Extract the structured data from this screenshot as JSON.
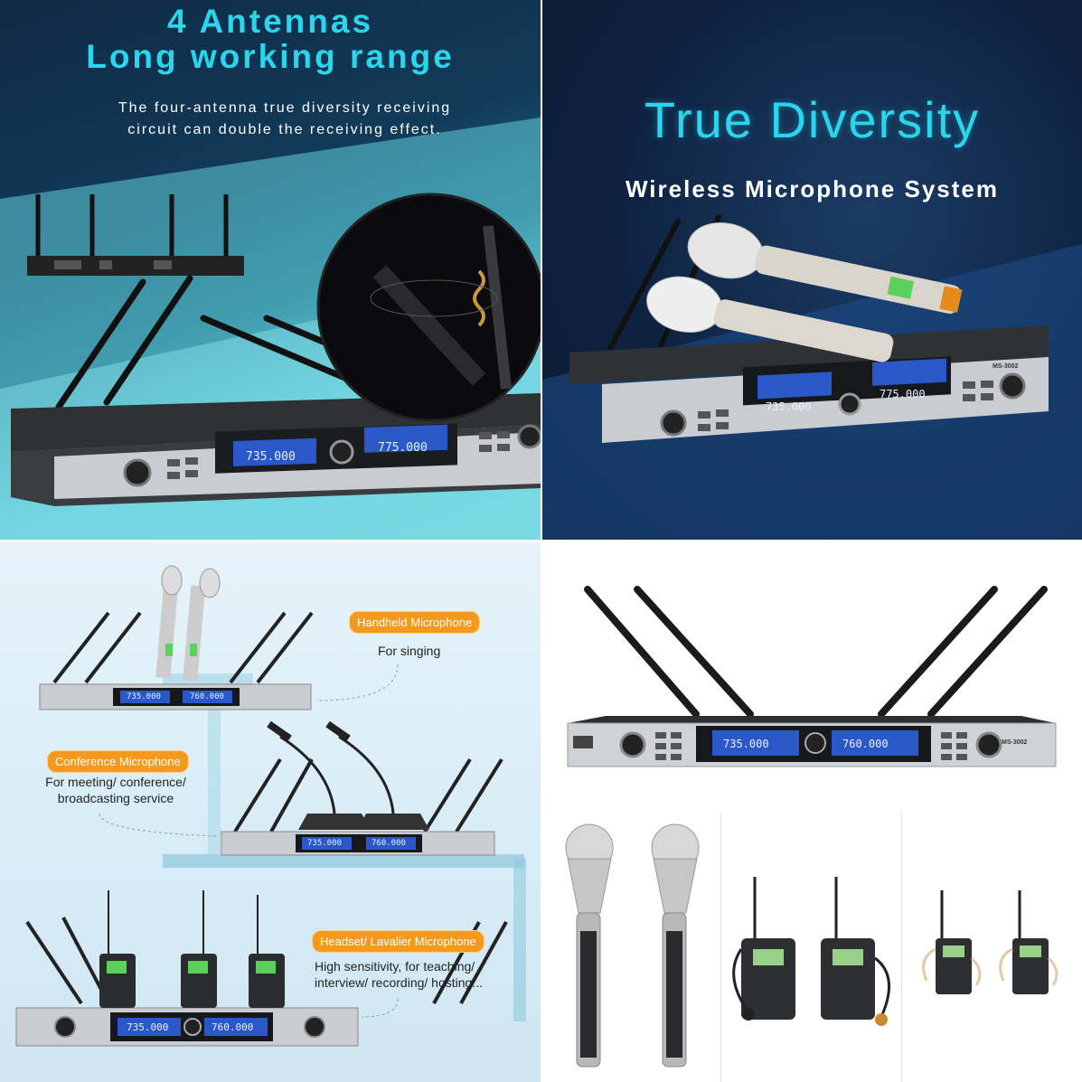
{
  "panel1": {
    "title_line1": "4 Antennas",
    "title_line2": "Long working range",
    "desc_line1": "The four-antenna true diversity receiving",
    "desc_line2": "circuit can double the receiving effect.",
    "lcd_left": "735.000",
    "lcd_right": "775.000"
  },
  "panel2": {
    "title": "True Diversity",
    "subtitle": "Wireless Microphone System",
    "lcd_left": "735.000",
    "lcd_right": "775.000",
    "model": "MS-3002"
  },
  "panel3": {
    "handheld_tag": "Handheld Microphone",
    "handheld_desc": "For singing",
    "conference_tag": "Conference Microphone",
    "conference_desc_line1": "For meeting/ conference/",
    "conference_desc_line2": "broadcasting service",
    "headset_tag": "Headset/ Lavalier Microphone",
    "headset_desc_line1": "High sensitivity, for teaching/",
    "headset_desc_line2": "interview/ recording/ hosting...",
    "lcd_top_left": "735.000",
    "lcd_top_right": "760.000",
    "lcd_mid_left": "735.000",
    "lcd_mid_right": "760.000",
    "lcd_bottom_left": "735.000",
    "lcd_bottom_right": "760.000"
  },
  "panel4": {
    "lcd_left": "735.000",
    "lcd_right": "760.000",
    "model": "MS-3002"
  },
  "colors": {
    "accent_cyan": "#29d6ee",
    "tag_orange": "#f39a1e",
    "lcd_blue": "#2a58c9"
  }
}
